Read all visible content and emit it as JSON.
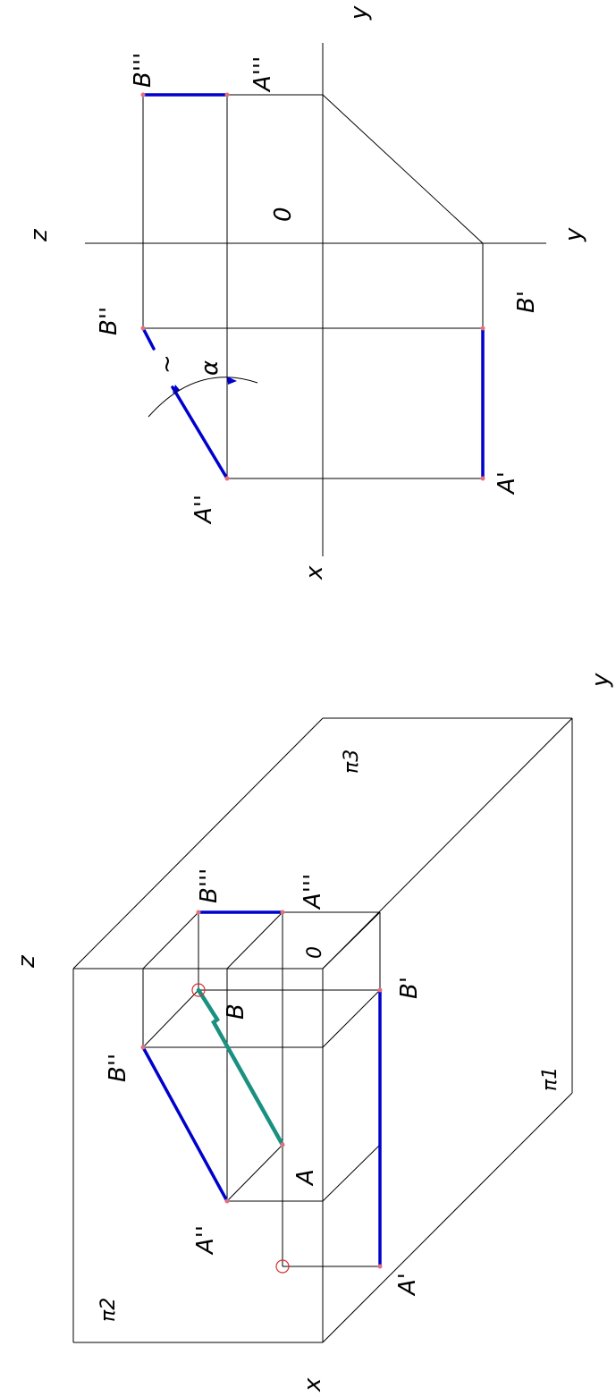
{
  "top_view": {
    "labels": {
      "y_top": "y",
      "y_right": "y",
      "z": "z",
      "x": "x",
      "origin": "0",
      "b_triple": "B'''",
      "a_triple": "A'''",
      "b_double": "B''",
      "a_double": "A''",
      "b_prime": "B'",
      "a_prime": "A'",
      "alpha": "α",
      "tilde": "~"
    }
  },
  "bottom_view": {
    "labels": {
      "y": "y",
      "z": "z",
      "x": "x",
      "origin": "0",
      "pi3": "π3",
      "pi1": "π1",
      "pi2": "π2",
      "b_triple": "B'''",
      "a_triple": "A'''",
      "b_double": "B''",
      "a_double": "A''",
      "b_prime": "B'",
      "a_prime": "A'",
      "a": "A",
      "b": "B"
    }
  },
  "colors": {
    "projection_line": "#0000cc",
    "true_segment": "#1a9080",
    "point": "#e5707a",
    "highlight_ring": "#d83030"
  }
}
